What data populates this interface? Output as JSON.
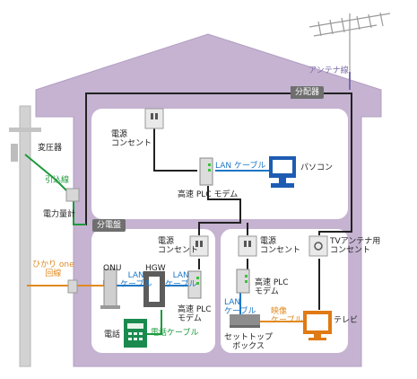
{
  "labels": {
    "antenna_line": "アンテナ線",
    "splitter": "分配器",
    "power_outlet_top": "電源\nコンセント",
    "lan_cable_top": "LAN ケーブル",
    "pc": "パソコン",
    "plc_modem_top": "高速 PLC モデム",
    "transformer": "変圧器",
    "service_drop": "引込線",
    "power_meter": "電力量計",
    "distribution_board": "分電盤",
    "power_outlet_left": "電源\nコンセント",
    "power_outlet_mid": "電源\nコンセント",
    "tv_outlet": "TVアンテナ用\nコンセント",
    "fiber_line": "ひかり one\n回線",
    "onu": "ONU",
    "hgw": "HGW",
    "lan_cable_left1": "LAN\nケーブル",
    "lan_cable_left2": "LAN\nケーブル",
    "plc_modem_left": "高速 PLC\nモデム",
    "plc_modem_mid": "高速 PLC\nモデム",
    "lan_cable_mid": "LAN\nケーブル",
    "video_cable": "映像\nケーブル",
    "tv": "テレビ",
    "phone": "電話",
    "phone_cable": "電話ケーブル",
    "settop_box": "セットトップ\nボックス"
  },
  "colors": {
    "house": "#c5b3d1",
    "room": "#ffffff",
    "power_line": "#222222",
    "lan": "#1e77c6",
    "phone_cable": "#1c9a3c",
    "service_drop": "#1c9a3c",
    "fiber": "#e08a1e",
    "antenna": "#7a6aa8",
    "pc": "#1e5cb3",
    "tv": "#e07a14"
  },
  "icons": [
    "antenna-icon",
    "utility-pole-icon",
    "outlet-icon",
    "plc-modem-icon",
    "pc-icon",
    "onu-icon",
    "hgw-icon",
    "phone-icon",
    "settop-box-icon",
    "tv-icon"
  ]
}
